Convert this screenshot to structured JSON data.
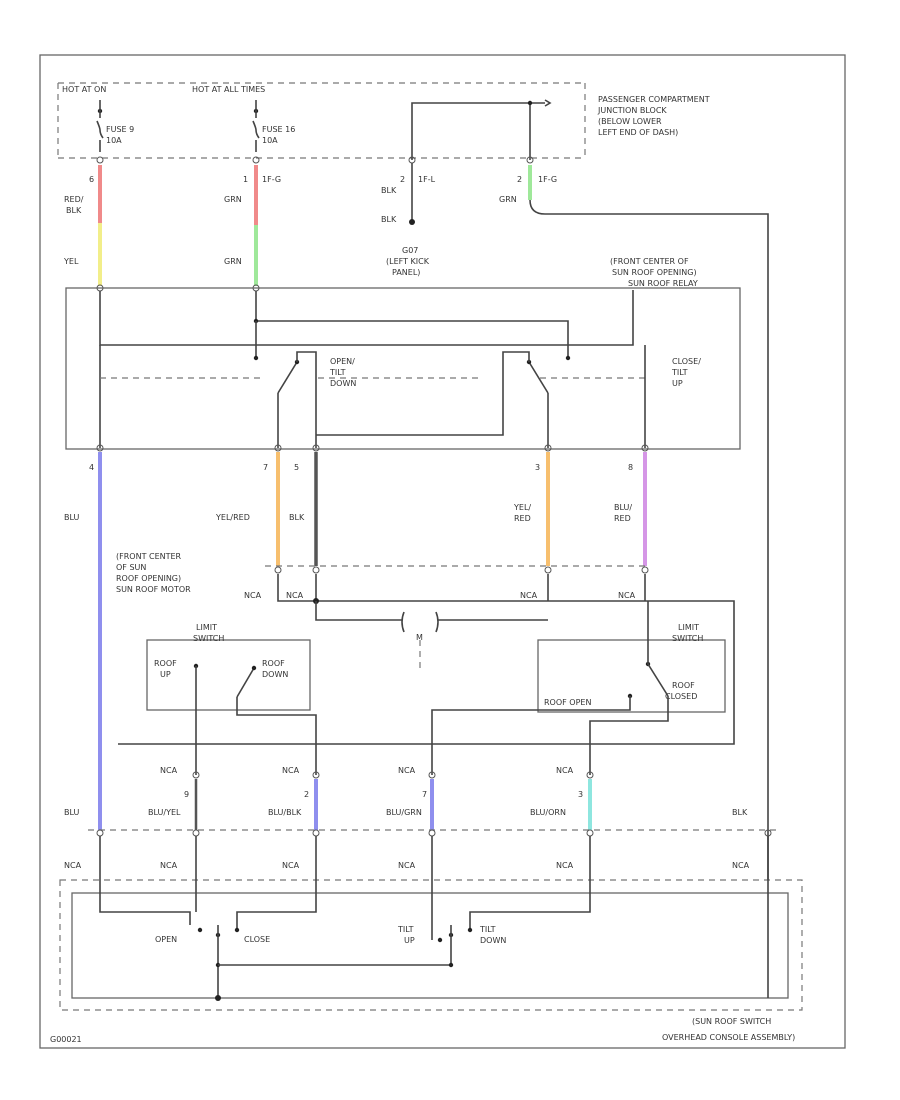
{
  "colors": {
    "red": "#f08a8a",
    "yellow": "#f2ee8a",
    "green": "#9fe89a",
    "blue": "#8f8fee",
    "orange": "#f7bf6e",
    "violet": "#d596e6",
    "teal": "#8ee6df",
    "wire": "#444444"
  },
  "labels": {
    "hot_run_on": "HOT AT ON",
    "hot_all_times": "HOT AT ALL TIMES",
    "fuse_9": "FUSE 9",
    "fuse_9_rating": "10A",
    "fuse_16": "FUSE 16",
    "fuse_16_rating": "10A",
    "pass_comp_1": "PASSENGER COMPARTMENT",
    "pass_comp_2": "JUNCTION BLOCK",
    "pass_comp_3": "(BELOW LOWER",
    "pass_comp_4": "LEFT END OF DASH)",
    "pin_6": "6",
    "pin_1": "1",
    "pin_2a": "2",
    "pin_2b": "2",
    "conn_1f": "1F-G",
    "conn_1fl": "1F-L",
    "conn_1fg2": "1F-G",
    "red_blk_1": "RED/",
    "red_blk_2": "BLK",
    "grn_1": "GRN",
    "blk_a": "BLK",
    "blk_b": "BLK",
    "grn_2": "GRN",
    "yel": "YEL",
    "grn_3": "GRN",
    "g_1": "G07",
    "g_2": "(LEFT KICK",
    "g_3": "PANEL)",
    "relay_1": "(FRONT CENTER OF",
    "relay_2": "SUN ROOF OPENING)",
    "relay_3": "SUN ROOF RELAY",
    "open_1": "OPEN/",
    "open_2": "TILT",
    "open_3": "DOWN",
    "close_1": "CLOSE/",
    "close_2": "TILT",
    "close_3": "UP",
    "p4": "4",
    "p7": "7",
    "p5": "5",
    "p3": "3",
    "p8": "8",
    "blu": "BLU",
    "yel_red": "YEL/RED",
    "blk_c": "BLK",
    "yel_red2_1": "YEL/",
    "yel_red2_2": "RED",
    "blu_red_1": "BLU/",
    "blu_red_2": "RED",
    "motor_1": "(FRONT CENTER",
    "motor_2": "OF SUN",
    "motor_3": "ROOF OPENING)",
    "motor_4": "SUN ROOF MOTOR",
    "nca_1": "NCA",
    "nca_2": "NCA",
    "nca_3": "NCA",
    "nca_4": "NCA",
    "m_label": "M",
    "limit_l_1": "LIMIT",
    "limit_l_2": "SWITCH",
    "roof_up_1": "ROOF",
    "roof_up_2": "UP",
    "roof_down_1": "ROOF",
    "roof_down_2": "DOWN",
    "limit_r_1": "LIMIT",
    "limit_r_2": "SWITCH",
    "roof_open": "ROOF OPEN",
    "roof_closed_1": "ROOF",
    "roof_closed_2": "CLOSED",
    "nca_5": "NCA",
    "nca_6": "NCA",
    "nca_7": "NCA",
    "nca_8": "NCA",
    "q9": "9",
    "q2": "2",
    "q7": "7",
    "q3": "3",
    "blu_bottom": "BLU",
    "blu_yel": "BLU/YEL",
    "blu_blk": "BLU/BLK",
    "blu_grn": "BLU/GRN",
    "blu_orn": "BLU/ORN",
    "blk_bottom": "BLK",
    "nca_9": "NCA",
    "nca_10": "NCA",
    "nca_11": "NCA",
    "nca_12": "NCA",
    "nca_13": "NCA",
    "nca_14": "NCA",
    "open_sw": "OPEN",
    "close_sw": "CLOSE",
    "tilt_up_1": "TILT",
    "tilt_up_2": "UP",
    "tilt_down_1": "TILT",
    "tilt_down_2": "DOWN",
    "sunroof_switch": "(SUN ROOF SWITCH",
    "overhead": "OVERHEAD CONSOLE ASSEMBLY)",
    "ref_code": "G00021"
  }
}
